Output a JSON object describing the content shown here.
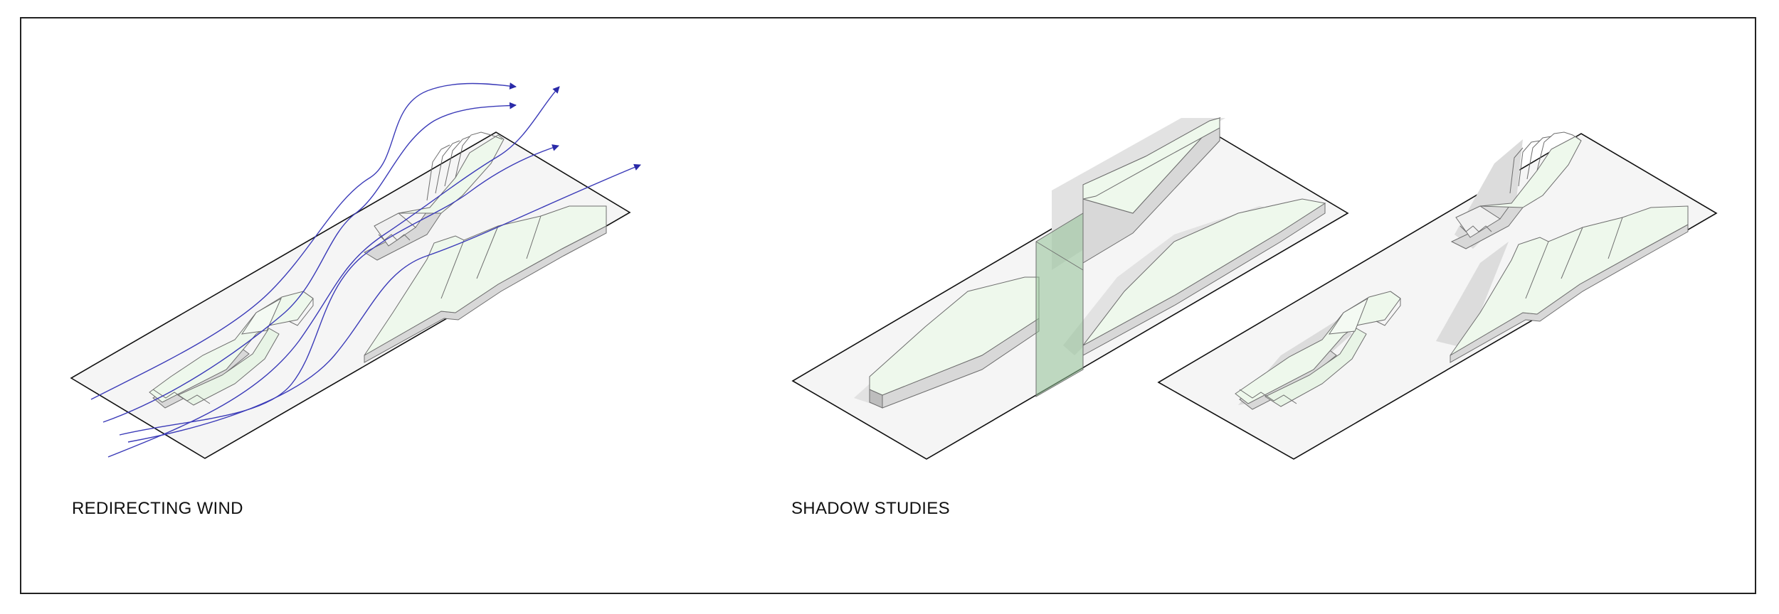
{
  "captions": {
    "wind": "REDIRECTING WIND",
    "shadow": "SHADOW STUDIES"
  },
  "colors": {
    "frame": "#222222",
    "site": "#f5f5f5",
    "building_top": "#eef8ec",
    "building_side": "#dadada",
    "building_edge": "#6e6e6e",
    "shadow": "#dcdcdc",
    "wind": "#3b3bb8",
    "tower": "#8fbf94"
  },
  "panels": [
    "redirecting-wind",
    "shadow-study-tower",
    "shadow-study-massing"
  ]
}
